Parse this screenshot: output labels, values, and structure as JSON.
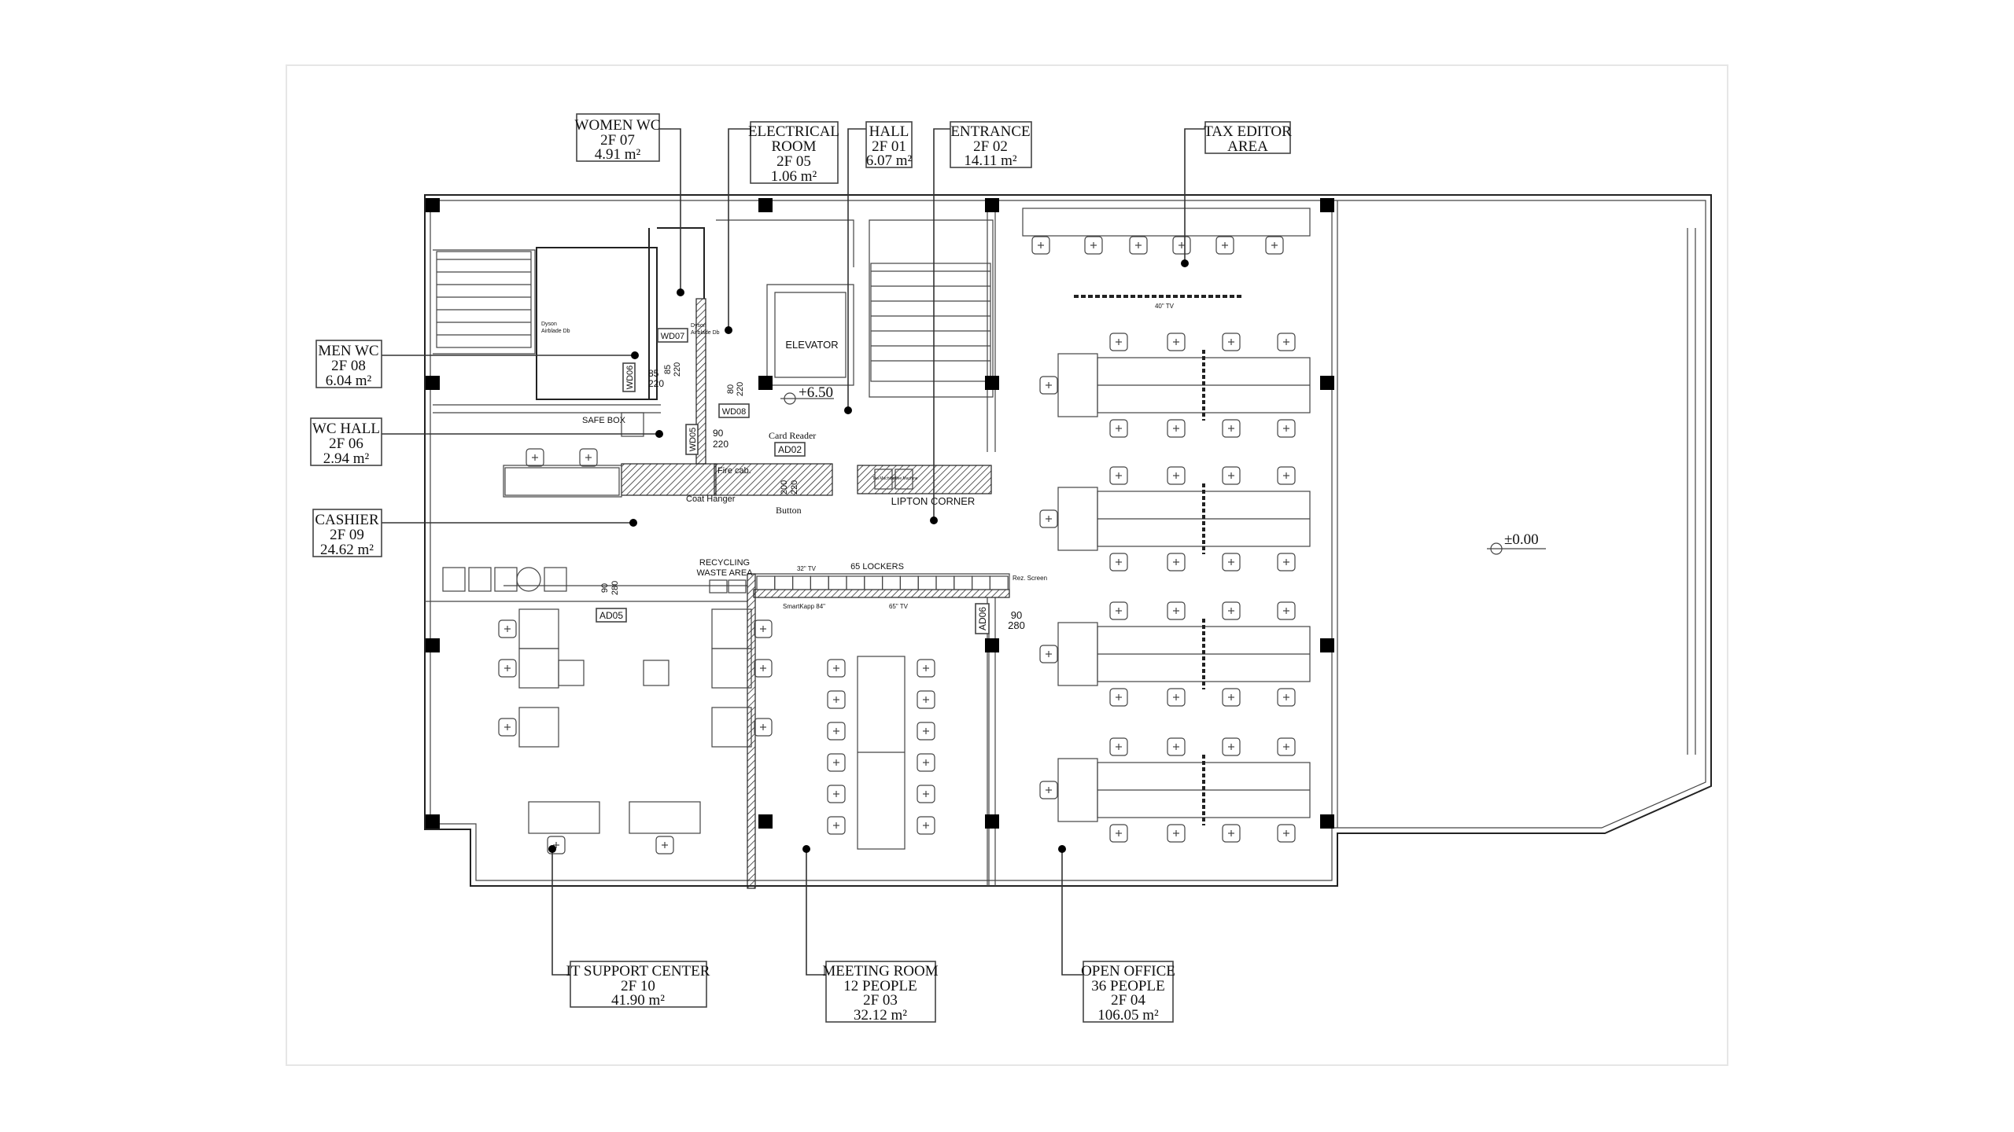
{
  "rooms": {
    "women_wc": {
      "name": "WOMEN WC",
      "code": "2F 07",
      "area": "4.91 m²"
    },
    "electrical": {
      "name1": "ELECTRICAL",
      "name2": "ROOM",
      "code": "2F 05",
      "area": "1.06 m²"
    },
    "hall": {
      "name": "HALL",
      "code": "2F 01",
      "area": "6.07 m²"
    },
    "entrance": {
      "name": "ENTRANCE",
      "code": "2F 02",
      "area": "14.11 m²"
    },
    "tax_editor": {
      "name1": "TAX EDITOR",
      "name2": "AREA"
    },
    "men_wc": {
      "name": "MEN WC",
      "code": "2F 08",
      "area": "6.04 m²"
    },
    "wc_hall": {
      "name": "WC HALL",
      "code": "2F 06",
      "area": "2.94 m²"
    },
    "cashier": {
      "name": "CASHIER",
      "code": "2F 09",
      "area": "24.62 m²"
    },
    "it_support": {
      "name": "IT SUPPORT CENTER",
      "code": "2F 10",
      "area": "41.90 m²"
    },
    "meeting": {
      "name": "MEETING ROOM",
      "capacity": "12 PEOPLE",
      "code": "2F 03",
      "area": "32.12 m²"
    },
    "open_office": {
      "name": "OPEN OFFICE",
      "capacity": "36 PEOPLE",
      "code": "2F 04",
      "area": "106.05 m²"
    }
  },
  "annotations": {
    "elevator": "ELEVATOR",
    "level_upper": "+6.50",
    "level_lower": "±0.00",
    "safe_box": "SAFE BOX",
    "fire_cab": "Fire cab.",
    "coat_hanger": "Coat Hanger",
    "button": "Button",
    "card_reader": "Card Reader",
    "lipton": "LIPTON CORNER",
    "tea_machine": "Tea Machine",
    "coffee_machine": "Coffee Machine",
    "recycling1": "RECYCLING",
    "recycling2": "WASTE AREA",
    "lockers": "65 LOCKERS",
    "tv32": "32\" TV",
    "rez_screen": "Rez. Screen",
    "smartkapp": "SmartKapp 84\"",
    "tv65": "65\" TV",
    "tv40": "40\" TV",
    "dyson1": "Dyson",
    "dyson2": "Airblade Db"
  },
  "doors": {
    "ad02": {
      "tag": "AD02",
      "w": "200",
      "h": "220"
    },
    "ad05": {
      "tag": "AD05",
      "w": "90",
      "h": "280"
    },
    "ad06": {
      "tag": "AD06",
      "w": "90",
      "h": "280"
    },
    "wd05": {
      "tag": "WD05",
      "w": "90",
      "h": "220"
    },
    "wd06": {
      "tag": "WD06",
      "w": "85",
      "h": "220"
    },
    "wd07": {
      "tag": "WD07",
      "w": "85",
      "h": "220"
    },
    "wd08": {
      "tag": "WD08",
      "w": "80",
      "h": "220"
    }
  }
}
